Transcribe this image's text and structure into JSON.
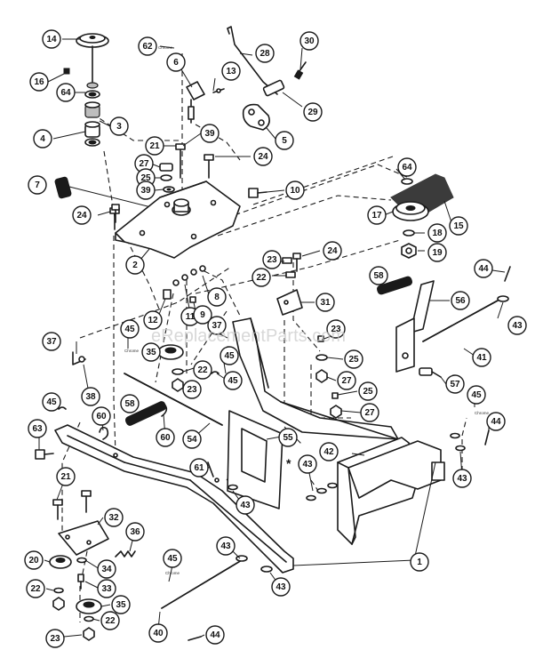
{
  "watermark": "eReplacementParts.com",
  "star_marker": "*",
  "parts": [
    {
      "id": "p14",
      "label": "14"
    },
    {
      "id": "p62",
      "label": "62"
    },
    {
      "id": "p6",
      "label": "6"
    },
    {
      "id": "p13",
      "label": "13"
    },
    {
      "id": "p28",
      "label": "28"
    },
    {
      "id": "p30",
      "label": "30"
    },
    {
      "id": "p16",
      "label": "16"
    },
    {
      "id": "p64a",
      "label": "64"
    },
    {
      "id": "p29",
      "label": "29"
    },
    {
      "id": "p3",
      "label": "3"
    },
    {
      "id": "p4",
      "label": "4"
    },
    {
      "id": "p5",
      "label": "5"
    },
    {
      "id": "p39a",
      "label": "39"
    },
    {
      "id": "p21a",
      "label": "21"
    },
    {
      "id": "p27a",
      "label": "27"
    },
    {
      "id": "p24a",
      "label": "24"
    },
    {
      "id": "p64b",
      "label": "64"
    },
    {
      "id": "p25a",
      "label": "25"
    },
    {
      "id": "p7",
      "label": "7"
    },
    {
      "id": "p39b",
      "label": "39"
    },
    {
      "id": "p10",
      "label": "10"
    },
    {
      "id": "p24b",
      "label": "24"
    },
    {
      "id": "p17",
      "label": "17"
    },
    {
      "id": "p15",
      "label": "15"
    },
    {
      "id": "p18",
      "label": "18"
    },
    {
      "id": "p2",
      "label": "2"
    },
    {
      "id": "p24c",
      "label": "24"
    },
    {
      "id": "p19",
      "label": "19"
    },
    {
      "id": "p23a",
      "label": "23"
    },
    {
      "id": "p44a",
      "label": "44"
    },
    {
      "id": "p22a",
      "label": "22"
    },
    {
      "id": "p58a",
      "label": "58"
    },
    {
      "id": "p8",
      "label": "8"
    },
    {
      "id": "p31",
      "label": "31"
    },
    {
      "id": "p56",
      "label": "56"
    },
    {
      "id": "p11",
      "label": "11"
    },
    {
      "id": "p9",
      "label": "9"
    },
    {
      "id": "p12",
      "label": "12"
    },
    {
      "id": "p43a",
      "label": "43"
    },
    {
      "id": "p45a",
      "label": "45"
    },
    {
      "id": "p37a",
      "label": "37"
    },
    {
      "id": "p23b",
      "label": "23"
    },
    {
      "id": "p37b",
      "label": "37"
    },
    {
      "id": "p35a",
      "label": "35"
    },
    {
      "id": "p25b",
      "label": "25"
    },
    {
      "id": "p41",
      "label": "41"
    },
    {
      "id": "p45b",
      "label": "45"
    },
    {
      "id": "p22b",
      "label": "22"
    },
    {
      "id": "p27b",
      "label": "27"
    },
    {
      "id": "p38",
      "label": "38"
    },
    {
      "id": "p23c",
      "label": "23"
    },
    {
      "id": "p45c",
      "label": "45"
    },
    {
      "id": "p57",
      "label": "57"
    },
    {
      "id": "p25c",
      "label": "25"
    },
    {
      "id": "p45d",
      "label": "45"
    },
    {
      "id": "p45e",
      "label": "45"
    },
    {
      "id": "p27c",
      "label": "27"
    },
    {
      "id": "p58b",
      "label": "58"
    },
    {
      "id": "p60a",
      "label": "60"
    },
    {
      "id": "p44b",
      "label": "44"
    },
    {
      "id": "p63",
      "label": "63"
    },
    {
      "id": "p60b",
      "label": "60"
    },
    {
      "id": "p54",
      "label": "54"
    },
    {
      "id": "p55",
      "label": "55"
    },
    {
      "id": "p42",
      "label": "42"
    },
    {
      "id": "p43b",
      "label": "43"
    },
    {
      "id": "p61",
      "label": "61"
    },
    {
      "id": "p43c",
      "label": "43"
    },
    {
      "id": "p21b",
      "label": "21"
    },
    {
      "id": "p43d",
      "label": "43"
    },
    {
      "id": "p32",
      "label": "32"
    },
    {
      "id": "p36",
      "label": "36"
    },
    {
      "id": "p43e",
      "label": "43"
    },
    {
      "id": "p1",
      "label": "1"
    },
    {
      "id": "p20",
      "label": "20"
    },
    {
      "id": "p34",
      "label": "34"
    },
    {
      "id": "p45f",
      "label": "45"
    },
    {
      "id": "p43f",
      "label": "43"
    },
    {
      "id": "p22c",
      "label": "22"
    },
    {
      "id": "p33",
      "label": "33"
    },
    {
      "id": "p35b",
      "label": "35"
    },
    {
      "id": "p22d",
      "label": "22"
    },
    {
      "id": "p40",
      "label": "40"
    },
    {
      "id": "p44c",
      "label": "44"
    },
    {
      "id": "p23d",
      "label": "23"
    },
    {
      "id": "p43g",
      "label": "43"
    }
  ]
}
